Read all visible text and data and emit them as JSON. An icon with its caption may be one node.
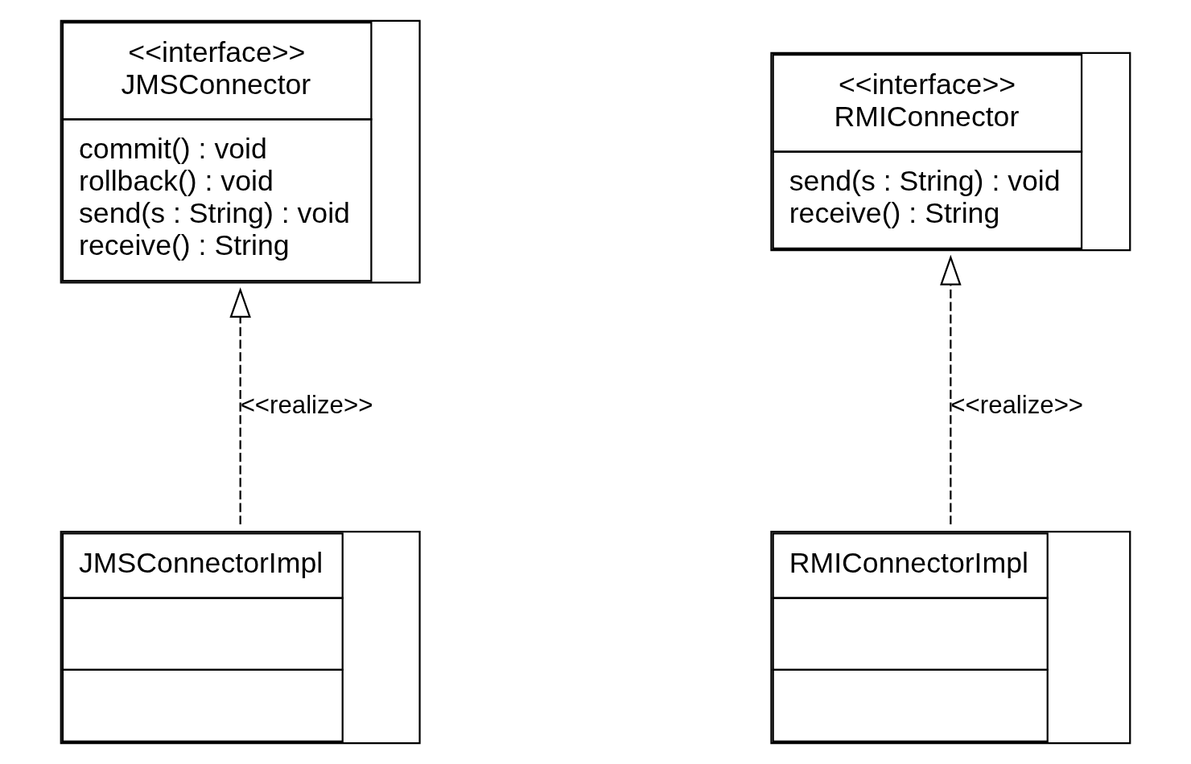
{
  "diagram": {
    "nodes": [
      {
        "text": [
          "<<interface>>",
          "JMSConnector",
          "commit() : void",
          "rollback() : void",
          "send(s : String) : void",
          "receive() : String"
        ]
      },
      {
        "text": [
          "<<interface>>",
          "RMIConnector",
          "send(s : String) : void",
          "receive() : String"
        ]
      },
      {
        "text": [
          "JMSConnectorImpl"
        ]
      },
      {
        "text": [
          "RMIConnectorImpl"
        ]
      }
    ],
    "edges": [
      {
        "from": 2,
        "to": 0,
        "arrow": "to",
        "style": "dashed",
        "label": "<<realize>>"
      },
      {
        "from": 3,
        "to": 1,
        "arrow": "to",
        "style": "dashed",
        "label": "<<realize>>"
      }
    ]
  }
}
